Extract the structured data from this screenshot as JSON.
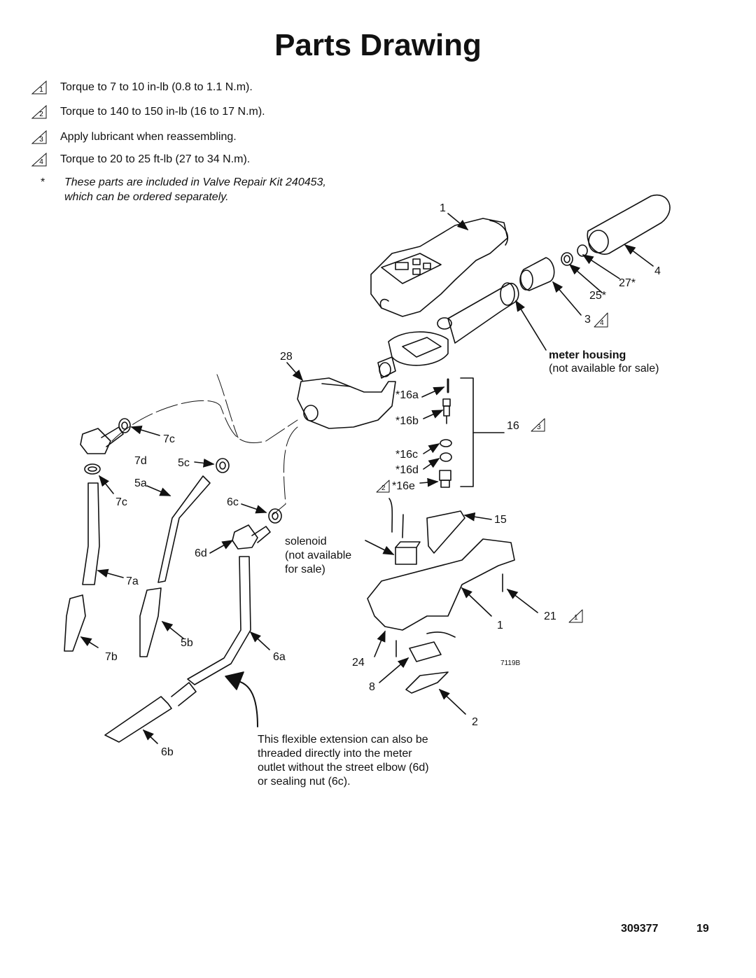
{
  "title": "Parts Drawing",
  "notes": [
    {
      "num": "1",
      "text": "Torque to 7 to 10 in-lb (0.8 to 1.1 N.m)."
    },
    {
      "num": "2",
      "text": "Torque to 140 to 150 in-lb (16 to 17 N.m)."
    },
    {
      "num": "3",
      "text": "Apply lubricant when reassembling."
    },
    {
      "num": "4",
      "text": "Torque to 20 to 25 ft-lb (27 to 34 N.m)."
    }
  ],
  "kit_note": {
    "star": "*",
    "text": "These parts are included in Valve Repair Kit 240453, which can be ordered separately."
  },
  "labels": {
    "l1_top": "1",
    "l4": "4",
    "l27": "27*",
    "l25": "25*",
    "l3": "3",
    "l3_flag": "4",
    "meter_housing": "meter housing",
    "meter_housing_sub": "(not available for sale)",
    "l28": "28",
    "l16a": "*16a",
    "l16b": "*16b",
    "l16": "16",
    "l16_flag": "3",
    "l16c": "*16c",
    "l16d": "*16d",
    "l16e": "*16e",
    "l16e_flag": "2",
    "l7c_top": "7c",
    "l7d": "7d",
    "l5c": "5c",
    "l5a": "5a",
    "l7c_left": "7c",
    "l6c": "6c",
    "l15": "15",
    "l6d": "6d",
    "l7a": "7a",
    "solenoid": "solenoid",
    "solenoid_sub1": "(not available",
    "solenoid_sub2": "for sale)",
    "l21": "21",
    "l21_flag": "1",
    "l1_bottom": "1",
    "l5b": "5b",
    "l7b": "7b",
    "l6a": "6a",
    "l24": "24",
    "fig_code": "7119B",
    "l8": "8",
    "l2": "2",
    "l6b": "6b"
  },
  "callout": "This flexible extension can also be threaded directly into the meter outlet without the street elbow (6d) or sealing nut (6c).",
  "footer": {
    "doc": "309377",
    "page": "19"
  }
}
